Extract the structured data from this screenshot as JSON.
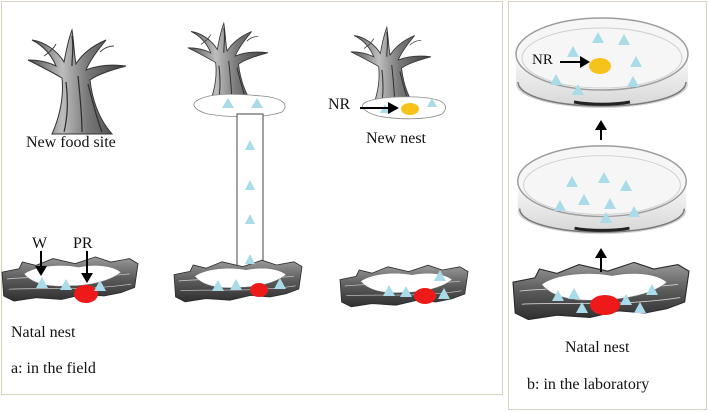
{
  "panel_a": {
    "caption": "a: in the field",
    "labels": {
      "new_food_site": "New food site",
      "new_nest": "New nest",
      "natal_nest": "Natal nest",
      "worker": "W",
      "primary_reproductive": "PR",
      "neotenic_reproductive": "NR"
    }
  },
  "panel_b": {
    "caption": "b: in the laboratory",
    "labels": {
      "natal_nest": "Natal nest",
      "neotenic_reproductive": "NR"
    }
  },
  "colors": {
    "worker": "#a9dbe8",
    "primary_reproductive": "#ee1a1a",
    "neotenic_reproductive": "#f7c21a",
    "wood": "#6b6b6b",
    "frame": "#d8d2c0"
  }
}
